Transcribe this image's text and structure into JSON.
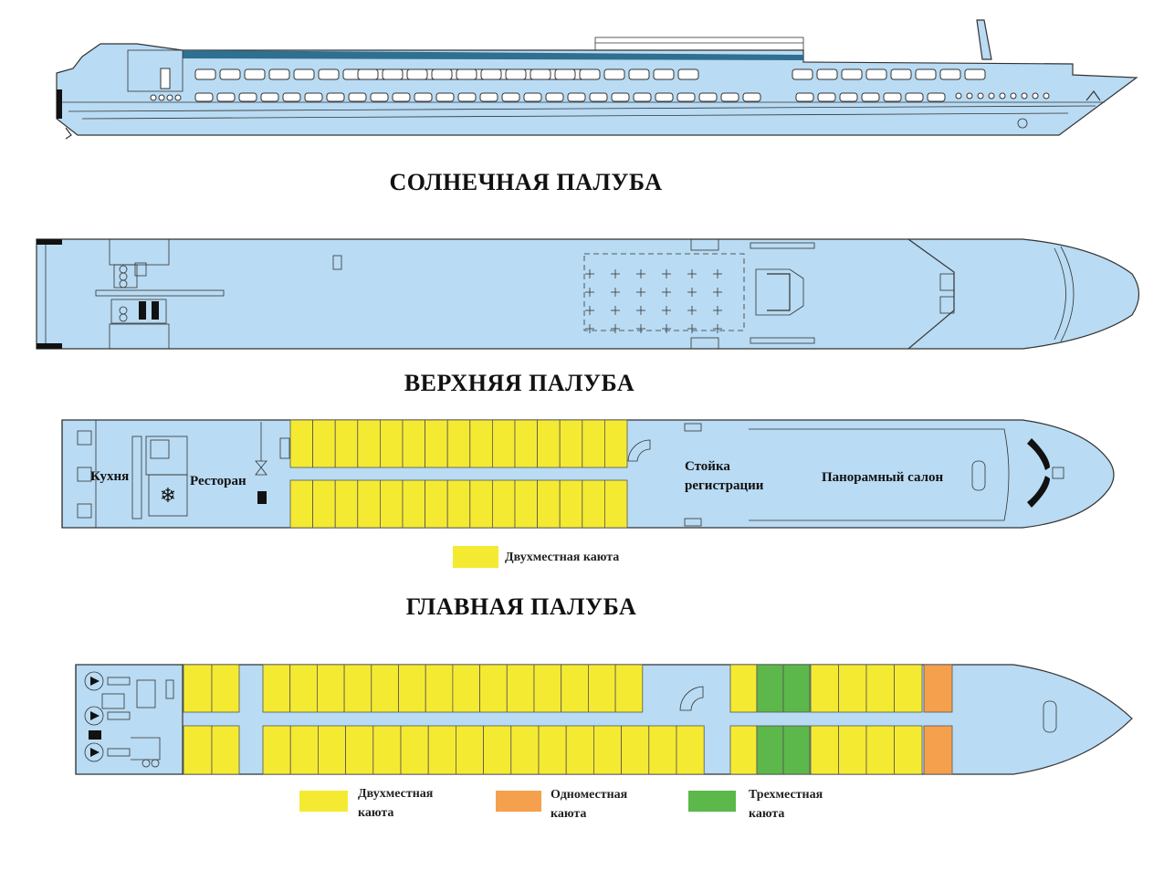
{
  "deck_titles": {
    "sun": "СОЛНЕЧНАЯ ПАЛУБА",
    "upper": "ВЕРХНЯЯ ПАЛУБА",
    "main": "ГЛАВНАЯ ПАЛУБА"
  },
  "upper_deck_labels": {
    "kitchen": "Кухня",
    "restaurant": "Ресторан",
    "reception_line1": "Стойка",
    "reception_line2": "регистрации",
    "panoramic_salon": "Панорамный салон"
  },
  "upper_deck_legend": [
    {
      "label": "Двухместная каюта",
      "color": "#f5ea32"
    }
  ],
  "main_deck_legend": [
    {
      "line1": "Двухместная",
      "line2": "каюта",
      "color": "#f5ea32"
    },
    {
      "line1": "Одноместная",
      "line2": "каюта",
      "color": "#f5a04c"
    },
    {
      "line1": "Трехместная",
      "line2": "каюта",
      "color": "#5cb84a"
    }
  ],
  "colors": {
    "hull": "#b9dbf3",
    "double_cabin": "#f5ea32",
    "single_cabin": "#f5a04c",
    "triple_cabin": "#5cb84a"
  }
}
